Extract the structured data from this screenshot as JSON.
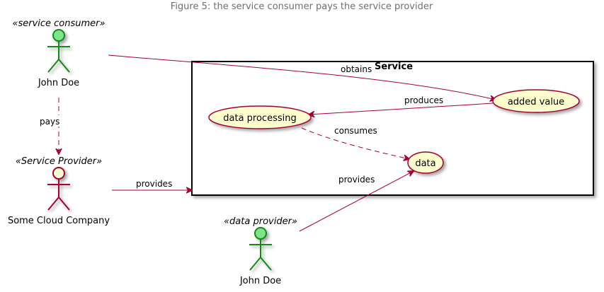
{
  "title": "Figure 5: the service consumer pays the service provider",
  "colors": {
    "arrow": "#A80036",
    "actor_consumer_fill": "#7FE48A",
    "actor_consumer_stroke": "#128A17",
    "actor_provider_fill": "#FEFECE",
    "actor_provider_stroke": "#A80036",
    "usecase_fill": "#FEFECE",
    "usecase_stroke": "#A80036",
    "title_text": "#707070"
  },
  "actors": {
    "consumer": {
      "stereotype": "«service consumer»",
      "name": "John Doe"
    },
    "service_provider": {
      "stereotype": "«Service Provider»",
      "name": "Some Cloud Company"
    },
    "data_provider": {
      "stereotype": "«data provider»",
      "name": "John Doe"
    }
  },
  "package": {
    "name": "Service"
  },
  "usecases": {
    "data_processing": "data processing",
    "added_value": "added value",
    "data": "data"
  },
  "edges": {
    "obtains": "obtains",
    "produces": "produces",
    "consumes": "consumes",
    "pays": "pays",
    "provides_service": "provides",
    "provides_data": "provides"
  }
}
